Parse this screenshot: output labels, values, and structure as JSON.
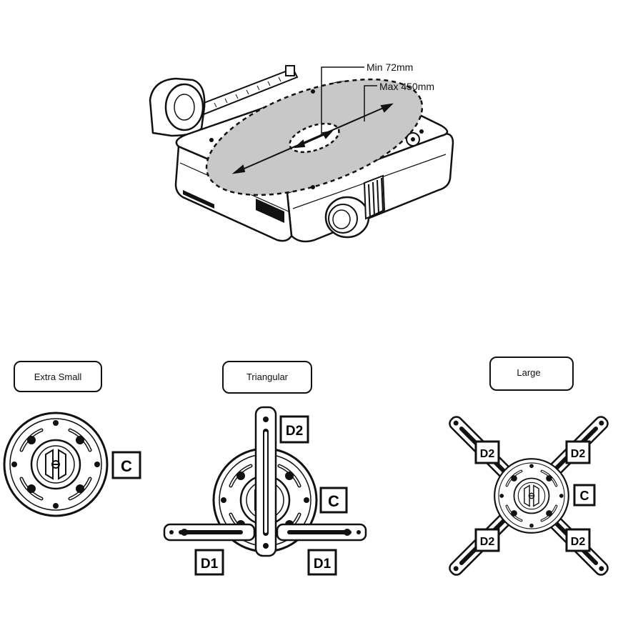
{
  "projector": {
    "min_label": "Min 72mm",
    "max_label": "Max 450mm"
  },
  "brackets": [
    {
      "title": "Extra Small",
      "tags": [
        "C"
      ]
    },
    {
      "title": "Triangular",
      "tags": [
        "D2",
        "C",
        "D1",
        "D1"
      ]
    },
    {
      "title": "Large",
      "tags": [
        "D2",
        "D2",
        "C",
        "D2",
        "D2"
      ]
    }
  ],
  "colors": {
    "line": "#111111",
    "shade": "#c8c8c8",
    "paper": "#ffffff"
  }
}
